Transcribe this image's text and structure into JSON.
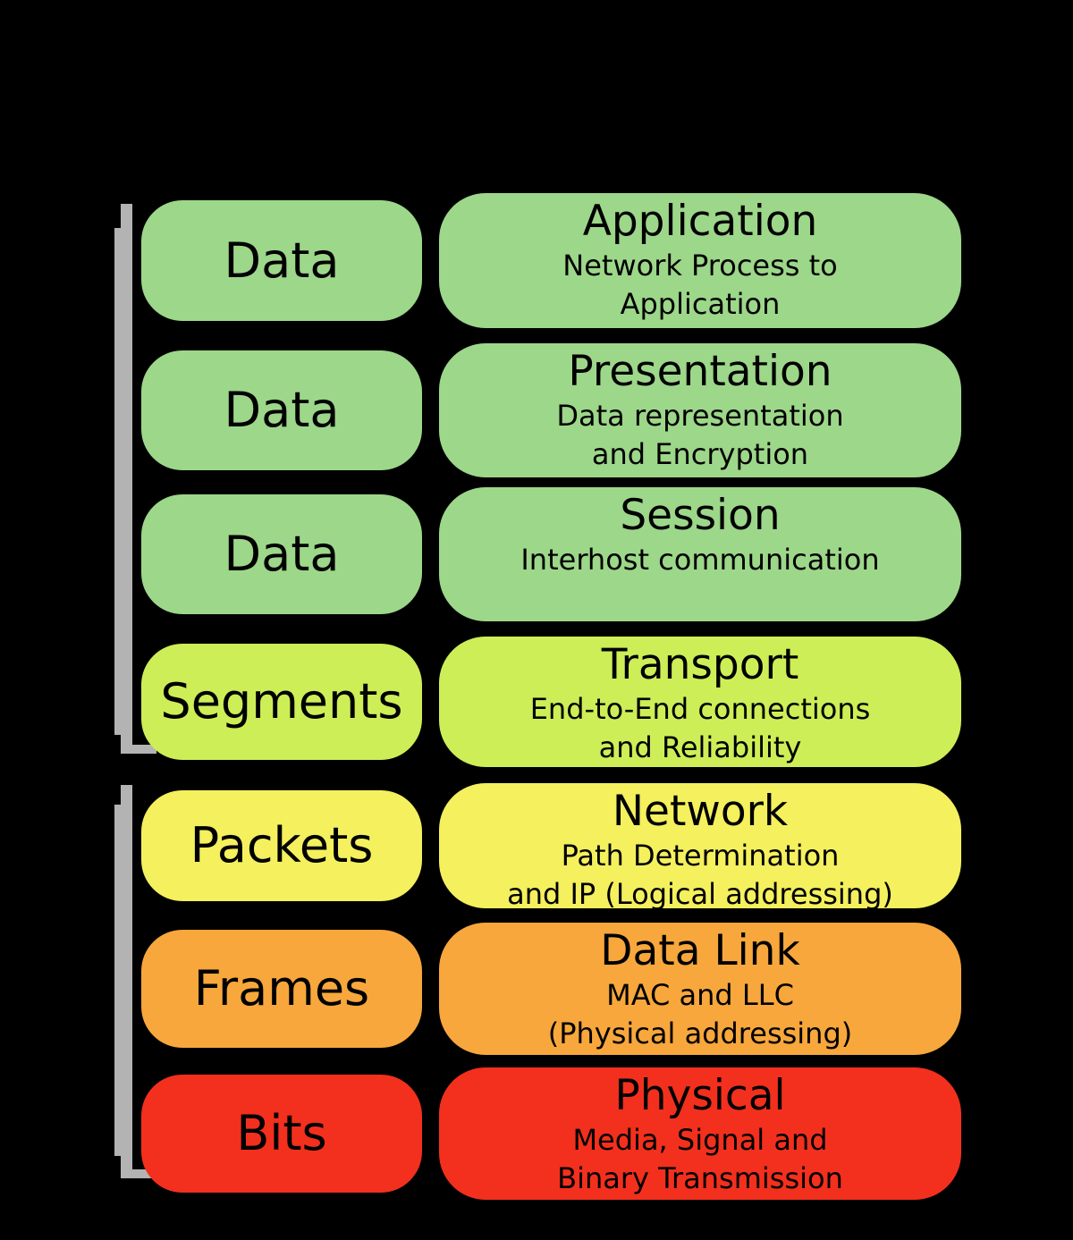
{
  "background_color": "#000000",
  "text_color": "#000000",
  "brackets": {
    "color": "#b3b3b3"
  },
  "layers": [
    {
      "unit": "Data",
      "title": "Application",
      "desc1": "Network Process to",
      "desc2": "Application",
      "color": "#9dd78a"
    },
    {
      "unit": "Data",
      "title": "Presentation",
      "desc1": "Data representation",
      "desc2": "and Encryption",
      "color": "#9dd78a"
    },
    {
      "unit": "Data",
      "title": "Session",
      "desc1": "Interhost communication",
      "desc2": "",
      "color": "#9dd78a"
    },
    {
      "unit": "Segments",
      "title": "Transport",
      "desc1": "End-to-End connections",
      "desc2": "and Reliability",
      "color": "#cdee57"
    },
    {
      "unit": "Packets",
      "title": "Network",
      "desc1": "Path Determination",
      "desc2": "and IP (Logical addressing)",
      "color": "#f4f05e"
    },
    {
      "unit": "Frames",
      "title": "Data Link",
      "desc1": "MAC and LLC",
      "desc2": "(Physical addressing)",
      "color": "#f7a73c"
    },
    {
      "unit": "Bits",
      "title": "Physical",
      "desc1": "Media, Signal and",
      "desc2": "Binary Transmission",
      "color": "#f2301d"
    }
  ]
}
